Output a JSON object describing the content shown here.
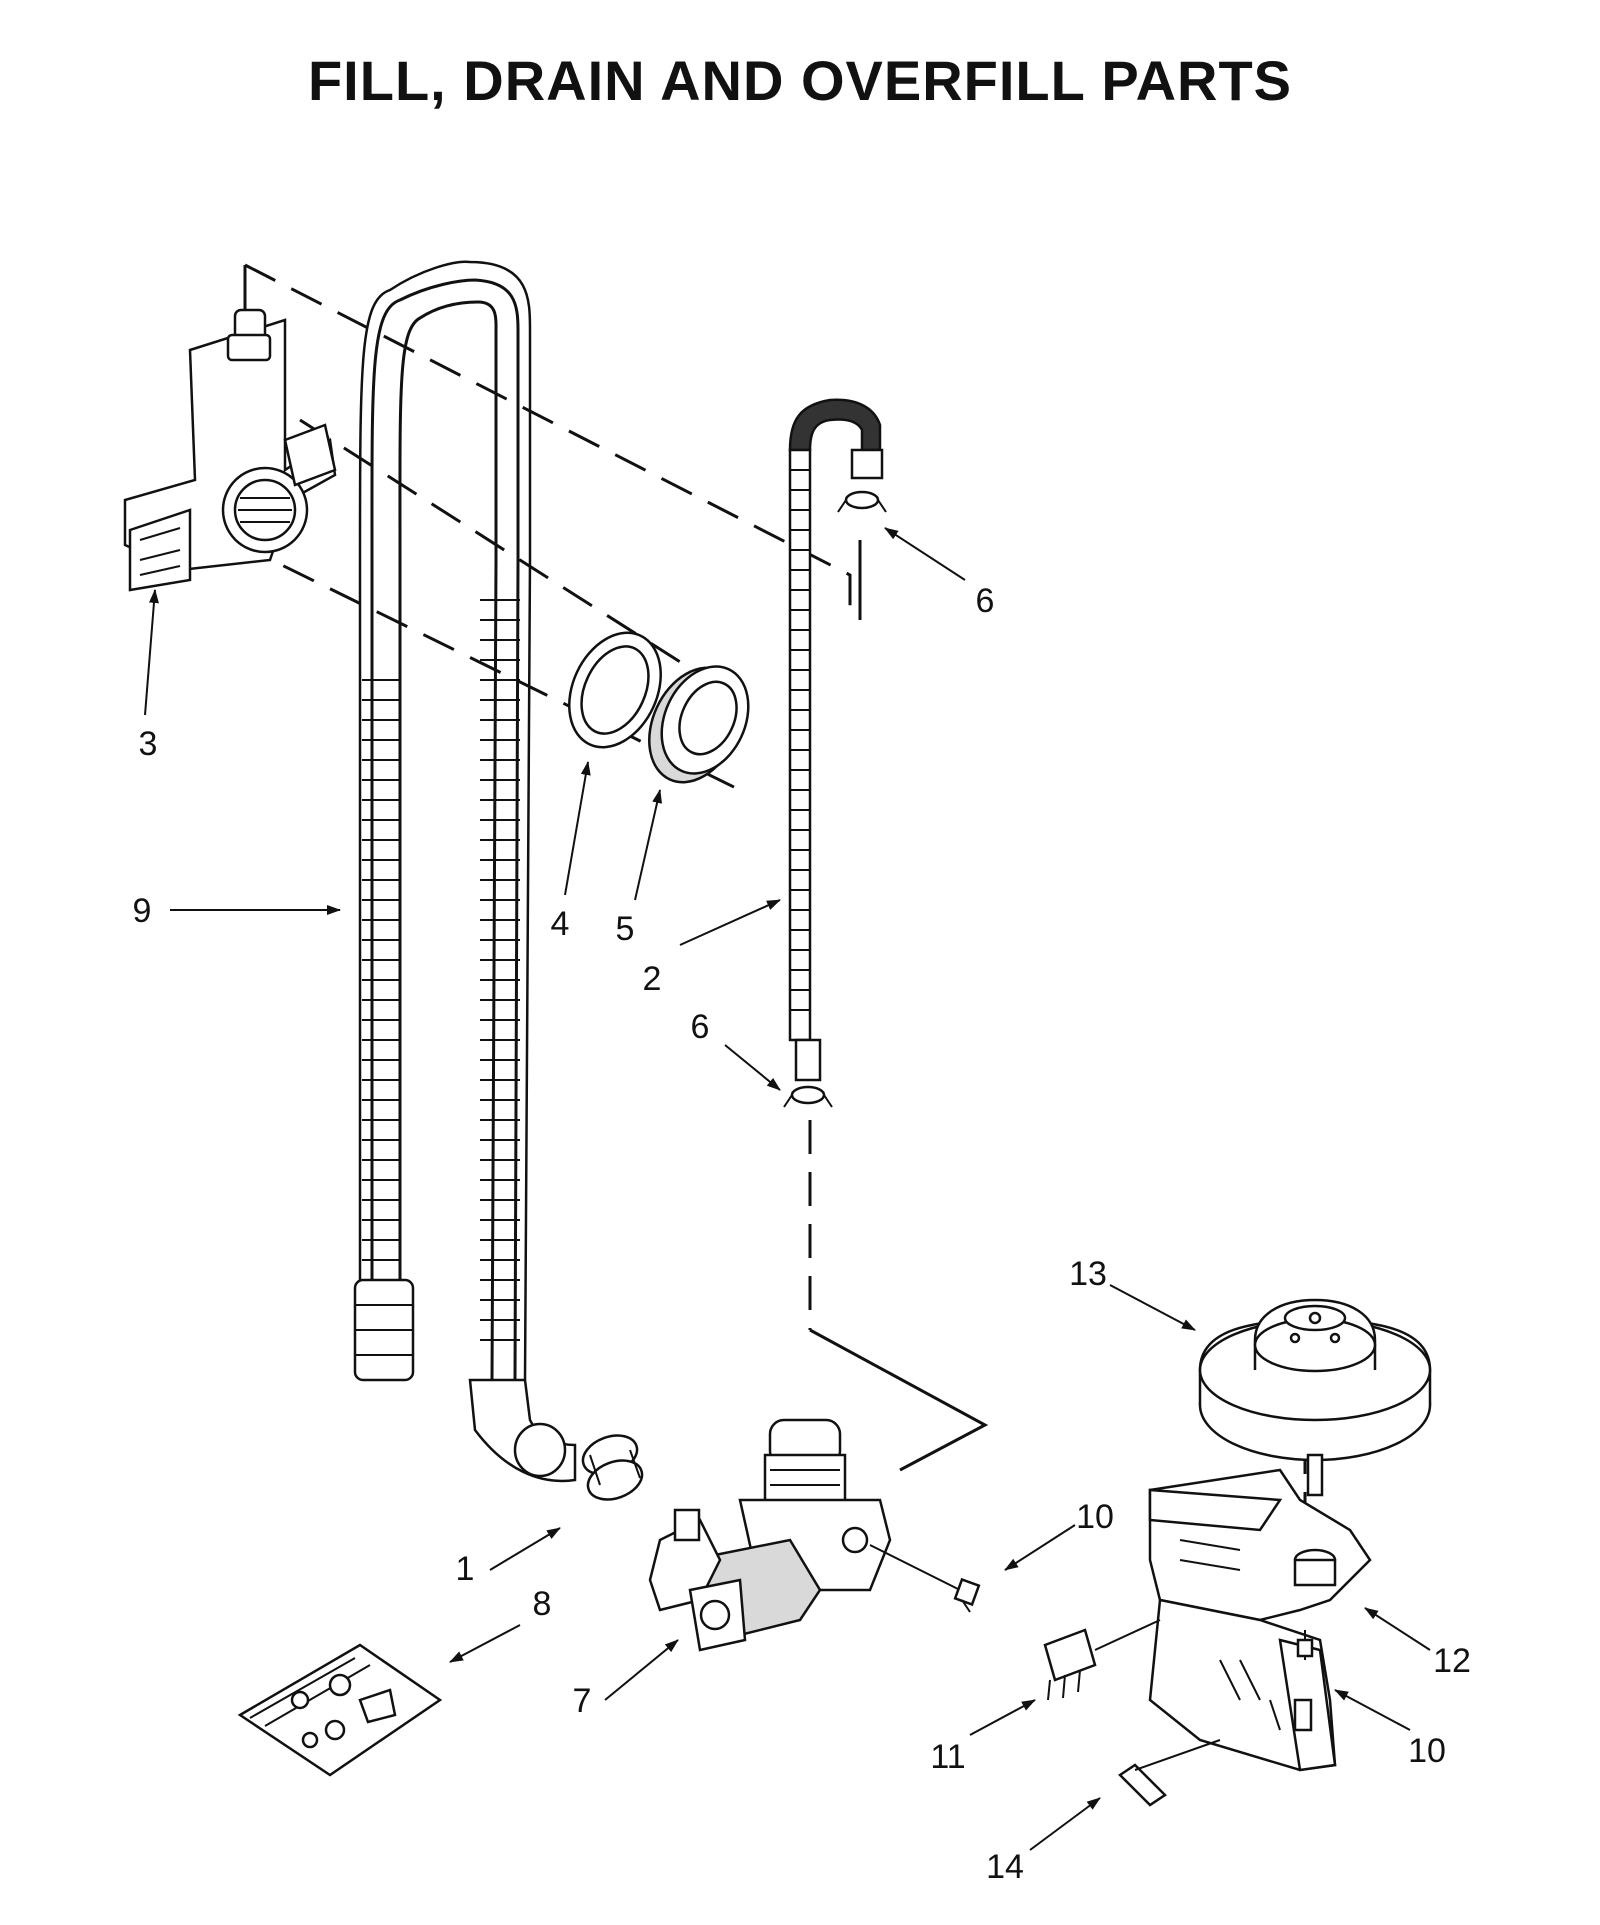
{
  "diagram": {
    "title": "FILL, DRAIN AND OVERFILL PARTS",
    "callouts": [
      {
        "id": "c3",
        "label": "3"
      },
      {
        "id": "c9",
        "label": "9"
      },
      {
        "id": "c4",
        "label": "4"
      },
      {
        "id": "c5",
        "label": "5"
      },
      {
        "id": "c2",
        "label": "2"
      },
      {
        "id": "c6a",
        "label": "6"
      },
      {
        "id": "c6b",
        "label": "6"
      },
      {
        "id": "c13",
        "label": "13"
      },
      {
        "id": "c10a",
        "label": "10"
      },
      {
        "id": "c12",
        "label": "12"
      },
      {
        "id": "c10b",
        "label": "10"
      },
      {
        "id": "c1",
        "label": "1"
      },
      {
        "id": "c8",
        "label": "8"
      },
      {
        "id": "c7",
        "label": "7"
      },
      {
        "id": "c11",
        "label": "11"
      },
      {
        "id": "c14",
        "label": "14"
      }
    ]
  }
}
